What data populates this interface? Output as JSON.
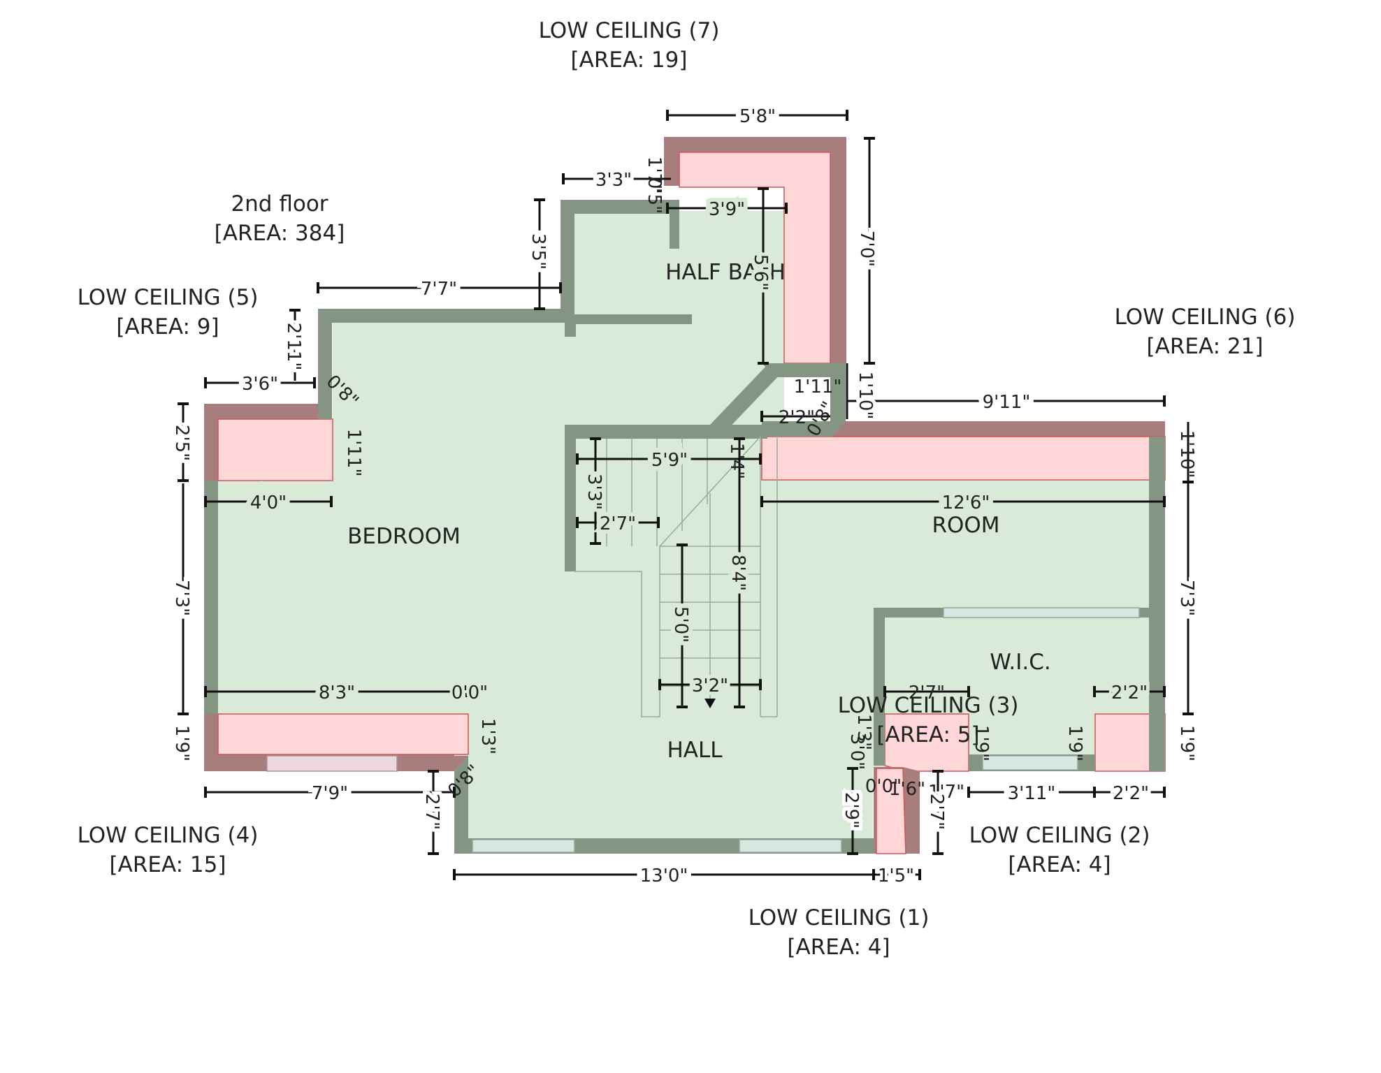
{
  "floor": {
    "name": "2nd floor",
    "area": "[AREA: 384]"
  },
  "rooms": {
    "bedroom": "BEDROOM",
    "half_bath": "HALF BATH",
    "room": "ROOM",
    "wic": "W.I.C.",
    "hall": "HALL"
  },
  "low_ceilings": [
    {
      "name": "LOW CEILING (7)",
      "area": "[AREA: 19]"
    },
    {
      "name": "LOW CEILING (5)",
      "area": "[AREA: 9]"
    },
    {
      "name": "LOW CEILING (6)",
      "area": "[AREA: 21]"
    },
    {
      "name": "LOW CEILING (3)",
      "area": "[AREA: 5]"
    },
    {
      "name": "LOW CEILING (4)",
      "area": "[AREA: 15]"
    },
    {
      "name": "LOW CEILING (2)",
      "area": "[AREA: 4]"
    },
    {
      "name": "LOW CEILING (1)",
      "area": "[AREA: 4]"
    }
  ],
  "dimensions": {
    "d_5_8": "5'8\"",
    "d_3_3": "3'3\"",
    "d_1_7": "1'7\"",
    "d_0_5": "0'5\"",
    "d_3_9": "3'9\"",
    "d_3_5": "3'5\"",
    "d_7_0": "7'0\"",
    "d_5_6": "5'6\"",
    "d_7_7": "7'7\"",
    "d_2_11": "2'11\"",
    "d_3_6": "3'6\"",
    "d_0_8a": "0'8\"",
    "d_1_11a": "1'11\"",
    "d_1_11b": "1'11\"",
    "d_1_10a": "1'10\"",
    "d_2_2a": "2'2\"",
    "d_0_8b": "0'8\"",
    "d_9_11": "9'11\"",
    "d_1_10b": "1'10\"",
    "d_2_5": "2'5\"",
    "d_5_9": "5'9\"",
    "d_1_4": "1'4\"",
    "d_3_3b": "3'3\"",
    "d_4_0": "4'0\"",
    "d_12_6": "12'6\"",
    "d_2_7a": "2'7\"",
    "d_8_4": "8'4\"",
    "d_7_3a": "7'3\"",
    "d_7_3b": "7'3\"",
    "d_5_0": "5'0\"",
    "d_8_3": "8'3\"",
    "d_0_0a": "0'0\"",
    "d_3_2": "3'2\"",
    "d_2_7b": "2'7\"",
    "d_2_2b": "2'2\"",
    "d_1_9a": "1'9\"",
    "d_1_3a": "1'3\"",
    "d_1_9b": "1'9\"",
    "d_1_9c": "1'9\"",
    "d_1_9d": "1'9\"",
    "d_1_3b": "1'3\"",
    "d_3_0": "3'0\"",
    "d_0_8c": "0'8\"",
    "d_0_0b": "0'0\"",
    "d_1_6": "1'6\"",
    "d_1_7b": "1'7\"",
    "d_3_11": "3'11\"",
    "d_2_2c": "2'2\"",
    "d_7_9": "7'9\"",
    "d_2_7c": "2'7\"",
    "d_2_9": "2'9\"",
    "d_2_7d": "2'7\"",
    "d_13_0": "13'0\"",
    "d_1_5": "1'5\""
  },
  "colors": {
    "wall": "#849683",
    "floor": "#d9ead8",
    "low_ceiling_fill": "#ffd7d9",
    "low_ceiling_wall": "#a87d7d"
  }
}
